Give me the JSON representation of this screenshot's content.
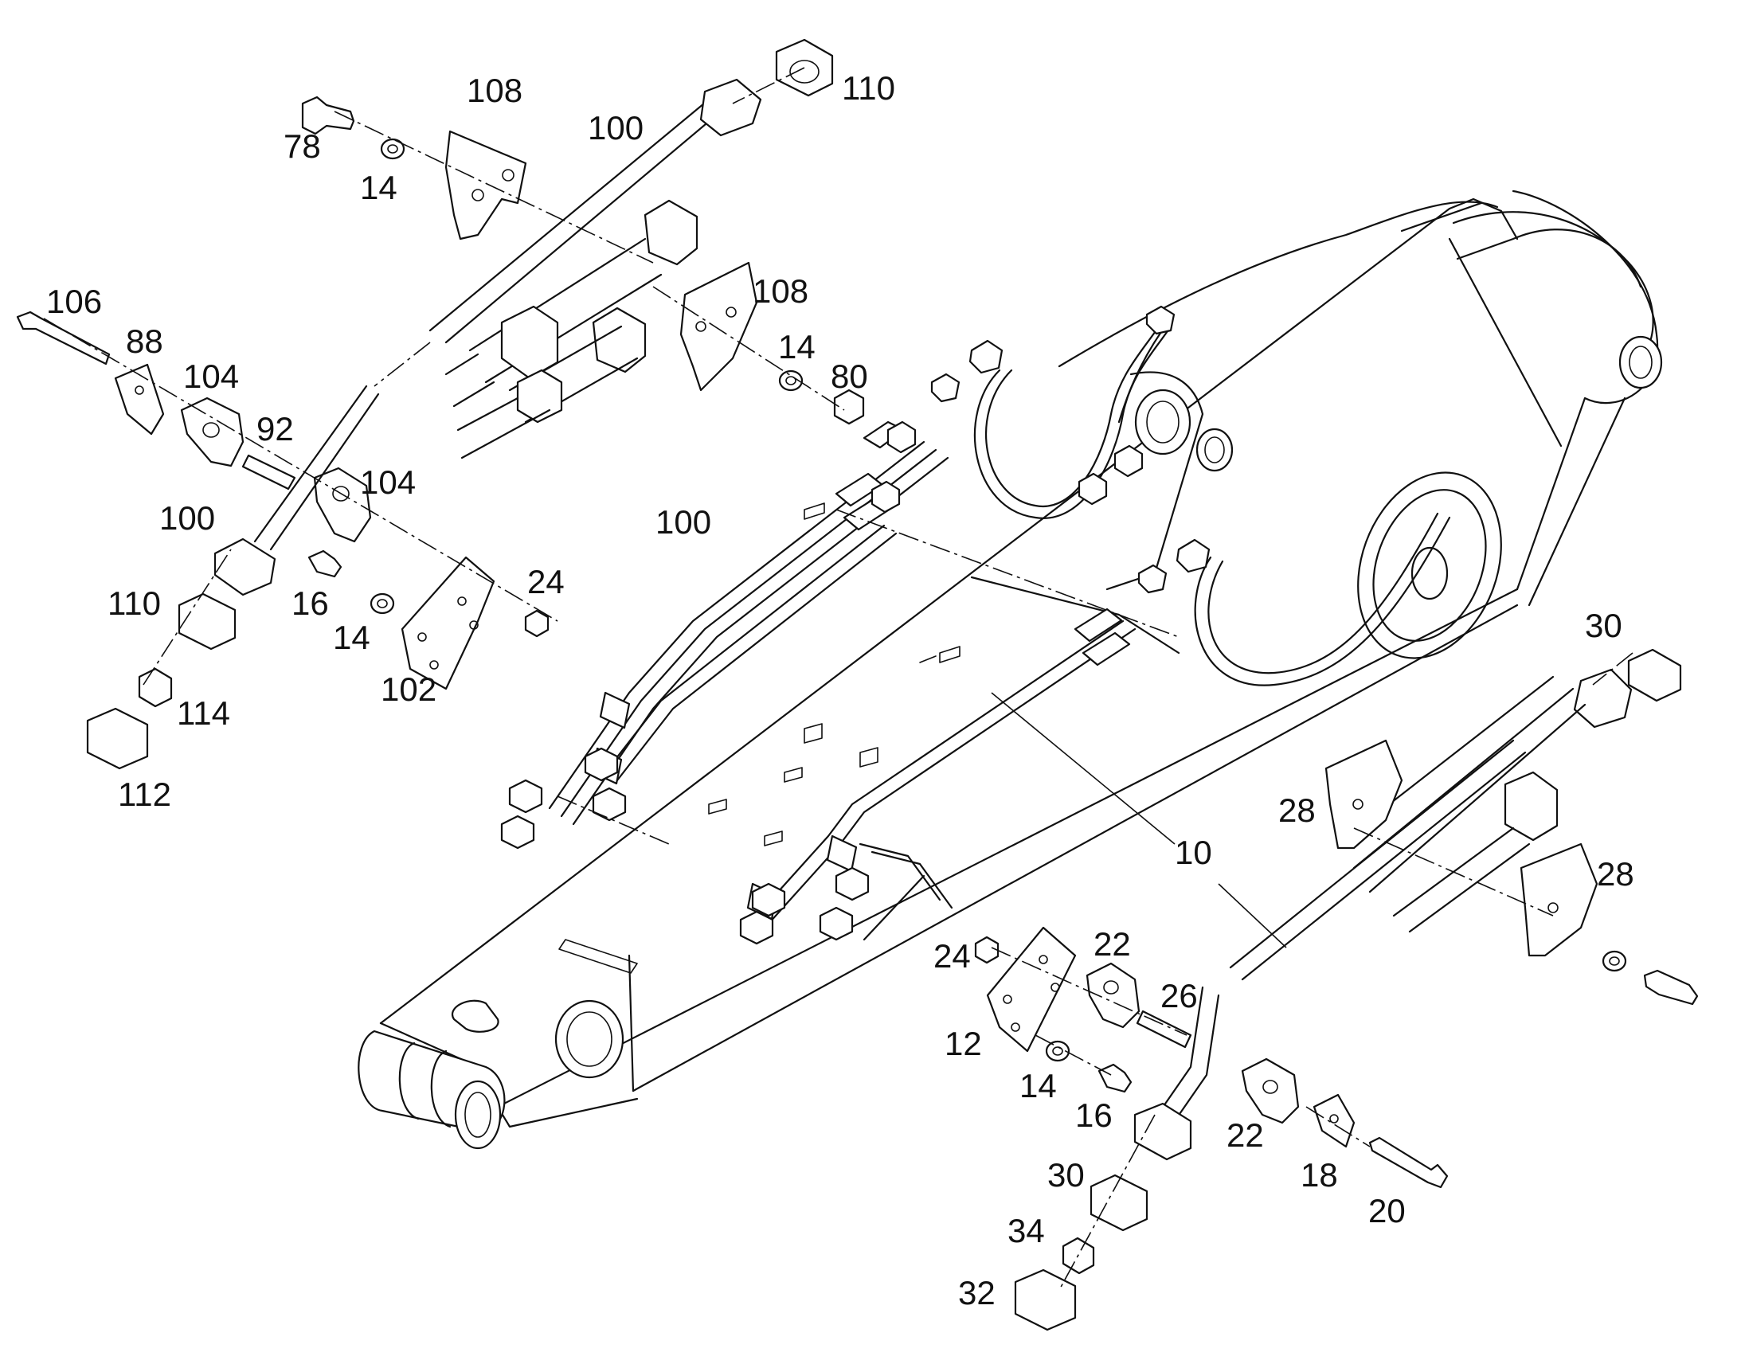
{
  "diagram": {
    "callouts": [
      {
        "id": "c-110-top",
        "text": "110"
      },
      {
        "id": "c-108-top",
        "text": "108"
      },
      {
        "id": "c-100-top",
        "text": "100"
      },
      {
        "id": "c-78",
        "text": "78"
      },
      {
        "id": "c-14-a",
        "text": "14"
      },
      {
        "id": "c-106",
        "text": "106"
      },
      {
        "id": "c-88",
        "text": "88"
      },
      {
        "id": "c-104-a",
        "text": "104"
      },
      {
        "id": "c-92",
        "text": "92"
      },
      {
        "id": "c-104-b",
        "text": "104"
      },
      {
        "id": "c-108-mid",
        "text": "108"
      },
      {
        "id": "c-14-b",
        "text": "14"
      },
      {
        "id": "c-80",
        "text": "80"
      },
      {
        "id": "c-100-left",
        "text": "100"
      },
      {
        "id": "c-100-mid",
        "text": "100"
      },
      {
        "id": "c-110-left",
        "text": "110"
      },
      {
        "id": "c-16-a",
        "text": "16"
      },
      {
        "id": "c-14-c",
        "text": "14"
      },
      {
        "id": "c-24-a",
        "text": "24"
      },
      {
        "id": "c-102",
        "text": "102"
      },
      {
        "id": "c-114",
        "text": "114"
      },
      {
        "id": "c-112",
        "text": "112"
      },
      {
        "id": "c-30-top",
        "text": "30"
      },
      {
        "id": "c-28-a",
        "text": "28"
      },
      {
        "id": "c-28-b",
        "text": "28"
      },
      {
        "id": "c-10",
        "text": "10"
      },
      {
        "id": "c-22-a",
        "text": "22"
      },
      {
        "id": "c-24-b",
        "text": "24"
      },
      {
        "id": "c-26",
        "text": "26"
      },
      {
        "id": "c-12",
        "text": "12"
      },
      {
        "id": "c-14-d",
        "text": "14"
      },
      {
        "id": "c-16-b",
        "text": "16"
      },
      {
        "id": "c-22-b",
        "text": "22"
      },
      {
        "id": "c-18",
        "text": "18"
      },
      {
        "id": "c-20",
        "text": "20"
      },
      {
        "id": "c-30-bot",
        "text": "30"
      },
      {
        "id": "c-34",
        "text": "34"
      },
      {
        "id": "c-32",
        "text": "32"
      }
    ]
  }
}
